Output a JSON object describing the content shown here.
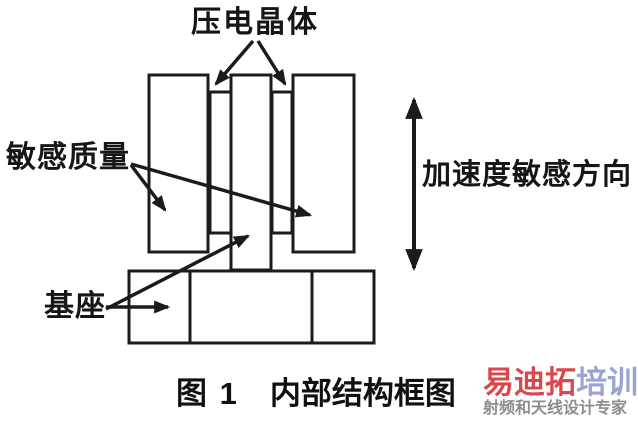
{
  "diagram": {
    "labels": {
      "piezo_crystal": "压电晶体",
      "sensitive_mass": "敏感质量",
      "base": "基座",
      "sensitive_direction": "加速度敏感方向"
    },
    "caption": {
      "figure_no": "图 1",
      "title": "内部结构框图"
    },
    "parts": [
      "left-sensitive-mass-block",
      "right-sensitive-mass-block",
      "center-column",
      "left-piezo-crystal-strip",
      "right-piezo-crystal-strip",
      "base-block"
    ]
  },
  "watermark": {
    "brand_primary": "易迪拓",
    "brand_secondary": "培训",
    "tagline": "射频和天线设计专家",
    "colors": {
      "primary": "#d9484f",
      "secondary": "#9aa4d2",
      "tagline": "#8d8d8d"
    }
  },
  "colors": {
    "ink": "#1b1b1b",
    "background": "#ffffff"
  }
}
